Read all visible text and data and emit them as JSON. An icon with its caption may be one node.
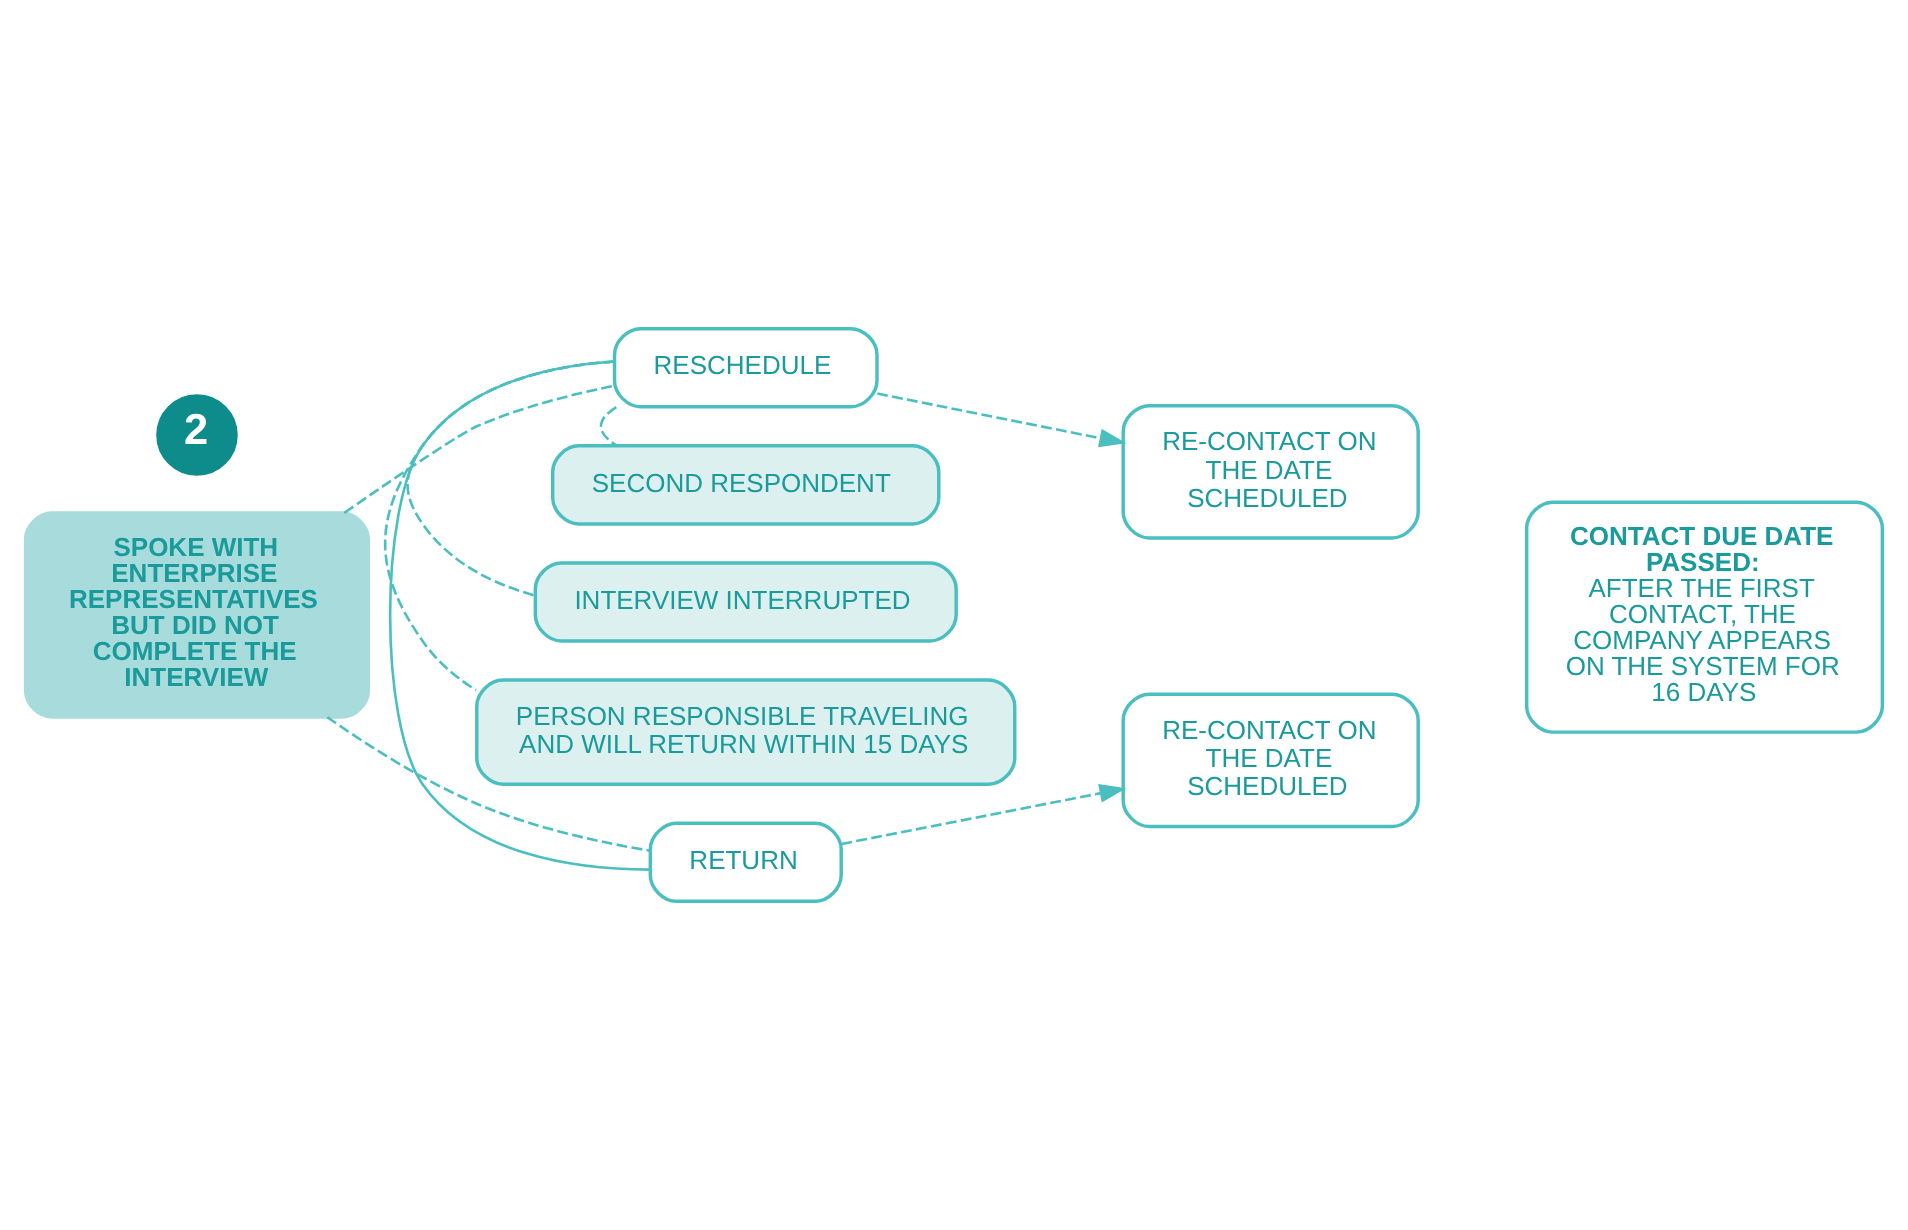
{
  "diagram": {
    "nodes": [
      {
        "text": [
          "2"
        ]
      },
      {
        "text": [
          "SPOKE WITH ENTERPRISE REPRESENTATIVES BUT DID NOT COMPLETE THE INTERVIEW"
        ]
      },
      {
        "text": [
          "RESCHEDULE"
        ]
      },
      {
        "text": [
          "RE-CONTACT ON THE DATE SCHEDULED"
        ]
      },
      {
        "text": [
          "SECOND RESPONDENT"
        ]
      },
      {
        "text": [
          "INTERVIEW INTERRUPTED"
        ]
      },
      {
        "text": [
          "PERSON RESPONSIBLE TRAVELING AND WILL RETURN WITHIN 15 DAYS"
        ]
      },
      {
        "text": [
          "CONTACT DUE DATE PASSED:",
          "AFTER THE FIRST CONTACT, THE COMPANY APPEARS ON THE SYSTEM FOR 16 DAYS"
        ]
      },
      {
        "text": [
          "RETURN"
        ]
      },
      {
        "text": [
          "RE-CONTACT ON THE DATE SCHEDULED"
        ]
      }
    ],
    "edges": [
      {
        "from": 1,
        "to": 2,
        "arrow": "none",
        "style": "dashed"
      },
      {
        "from": 1,
        "to": 8,
        "arrow": "none",
        "style": "dashed"
      },
      {
        "from": 2,
        "to": 3,
        "arrow": "to",
        "style": "dashed"
      },
      {
        "from": 2,
        "to": 4,
        "arrow": "none",
        "style": "dashed"
      },
      {
        "from": 2,
        "to": 5,
        "arrow": "none",
        "style": "dashed"
      },
      {
        "from": 2,
        "to": 6,
        "arrow": "none",
        "style": "dashed"
      },
      {
        "from": 2,
        "to": 8,
        "arrow": "none"
      },
      {
        "from": 8,
        "to": 9,
        "arrow": "to",
        "style": "dashed"
      }
    ]
  }
}
